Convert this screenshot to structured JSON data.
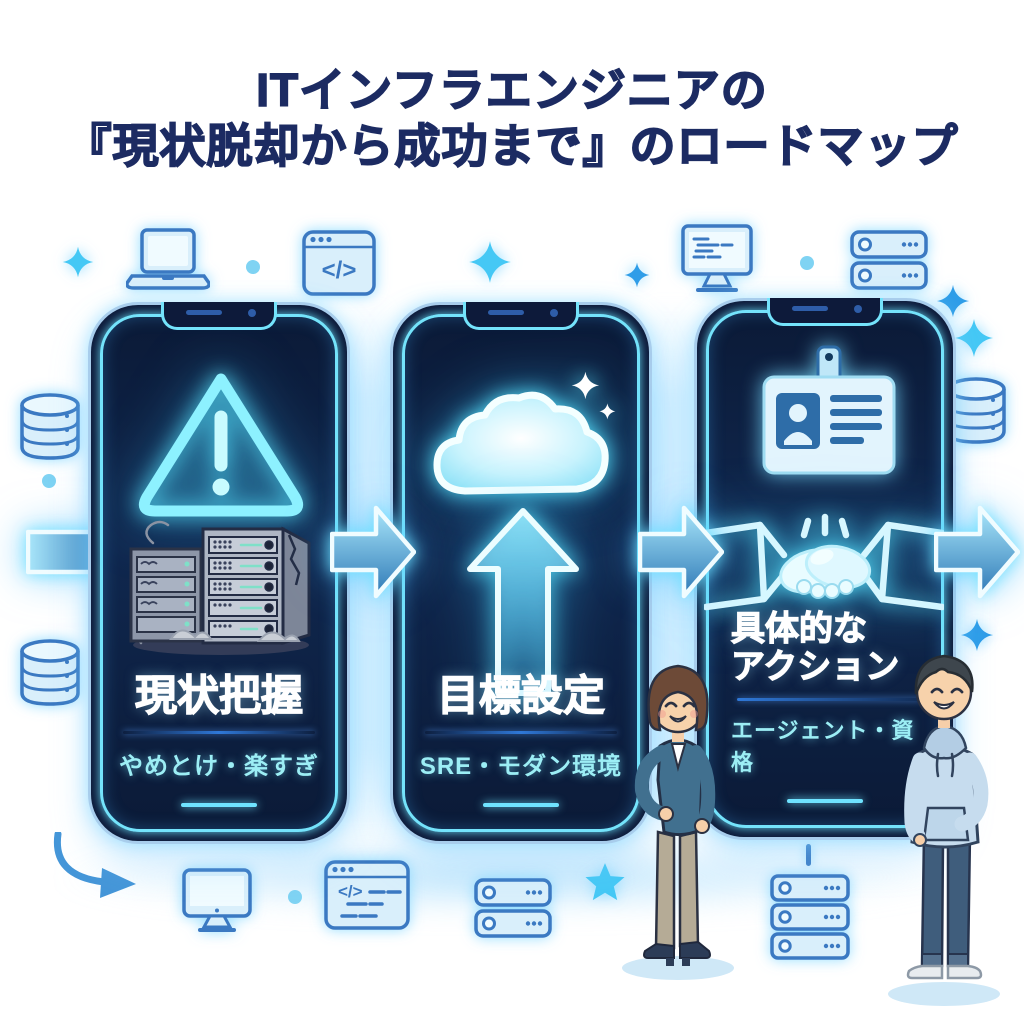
{
  "title": {
    "line1": "ITインフラエンジニアの",
    "line2": "『現状脱却から成功まで』のロードマップ"
  },
  "stages": [
    {
      "id": "current-state",
      "heading": "現状把握",
      "subtitle": "やめとけ・楽すぎ",
      "illustrations": [
        "warning-triangle-icon",
        "legacy-server-rack-illustration"
      ]
    },
    {
      "id": "goal-setting",
      "heading": "目標設定",
      "subtitle": "SRE・モダン環境",
      "illustrations": [
        "glowing-cloud-icon",
        "up-arrow-icon"
      ]
    },
    {
      "id": "concrete-actions",
      "heading_line1": "具体的な",
      "heading_line2": "アクション",
      "subtitle": "エージェント・資格",
      "illustrations": [
        "id-badge-icon",
        "handshake-icon"
      ]
    }
  ],
  "people": [
    {
      "id": "businesswoman",
      "description": "smiling woman, teal blazer, hand on hip"
    },
    {
      "id": "casual-man",
      "description": "smiling man, light blue hoodie, hand in pocket"
    }
  ],
  "decor": {
    "code_glyph": "</>",
    "icons": [
      "sparkle-icon",
      "laptop-icon",
      "code-window-icon",
      "monitor-code-icon",
      "server-rack-icon",
      "database-icon",
      "monitor-icon",
      "star-icon",
      "curved-arrow-icon",
      "flow-arrow-icon",
      "dot"
    ]
  },
  "colors": {
    "title_navy": "#1c2b62",
    "phone_body": "#0d1a3a",
    "neon_cyan": "#74e3fb",
    "heading_white": "#ffffff",
    "subtitle_cyan": "#9ceef5",
    "icon_blue": "#3b79c2",
    "icon_fill": "#d9effb",
    "accent_sky": "#45c8f5"
  }
}
